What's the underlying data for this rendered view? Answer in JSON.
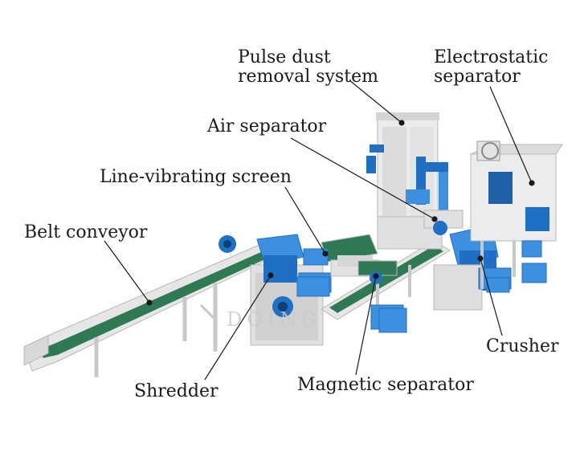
{
  "labels": {
    "pulse_dust_line1": "Pulse dust",
    "pulse_dust_line2": "removal system",
    "electrostatic_line1": "Electrostatic",
    "electrostatic_line2": "separator",
    "air_separator": "Air separator",
    "line_vibrating_screen": "Line-vibrating screen",
    "belt_conveyor": "Belt conveyor",
    "crusher": "Crusher",
    "shredder": "Shredder",
    "magnetic_separator": "Magnetic separator"
  },
  "watermark": "DOING",
  "colors": {
    "frame": "#e3e3e3",
    "frame_dark": "#b8b8b8",
    "belt": "#2f7a55",
    "machine_blue": "#1f6fc4",
    "machine_blue_light": "#3d8fe0",
    "leader": "#1a1a1a"
  }
}
